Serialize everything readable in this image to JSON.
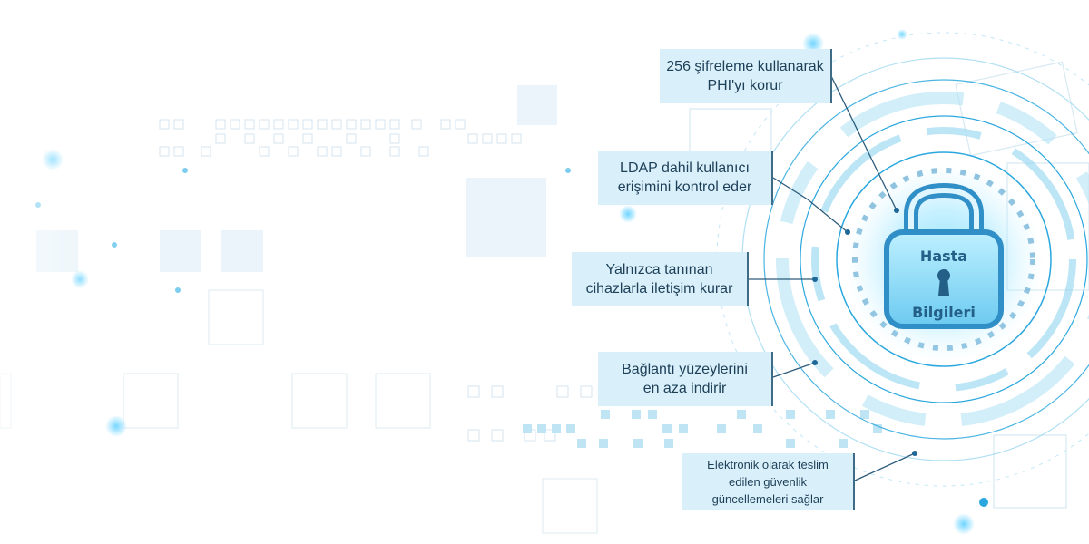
{
  "lock": {
    "label_top": "Hasta",
    "label_bottom": "Bilgileri",
    "icon": "padlock-icon"
  },
  "features": [
    {
      "lines": [
        "256 şifreleme kullanarak",
        "PHI'yı korur"
      ]
    },
    {
      "lines": [
        "LDAP dahil kullanıcı",
        "erişimini kontrol eder"
      ]
    },
    {
      "lines": [
        "Yalnızca tanınan",
        "cihazlarla iletişim kurar"
      ]
    },
    {
      "lines": [
        "Bağlantı yüzeylerini",
        "en aza indirir"
      ]
    },
    {
      "lines": [
        "Elektronik olarak teslim",
        "edilen güvenlik",
        "güncellemeleri sağlar"
      ]
    }
  ],
  "colors": {
    "accent": "#2aa7de",
    "callout_bg": "#d9f0fa",
    "callout_border": "#3e6c87",
    "text": "#1d3f58"
  }
}
